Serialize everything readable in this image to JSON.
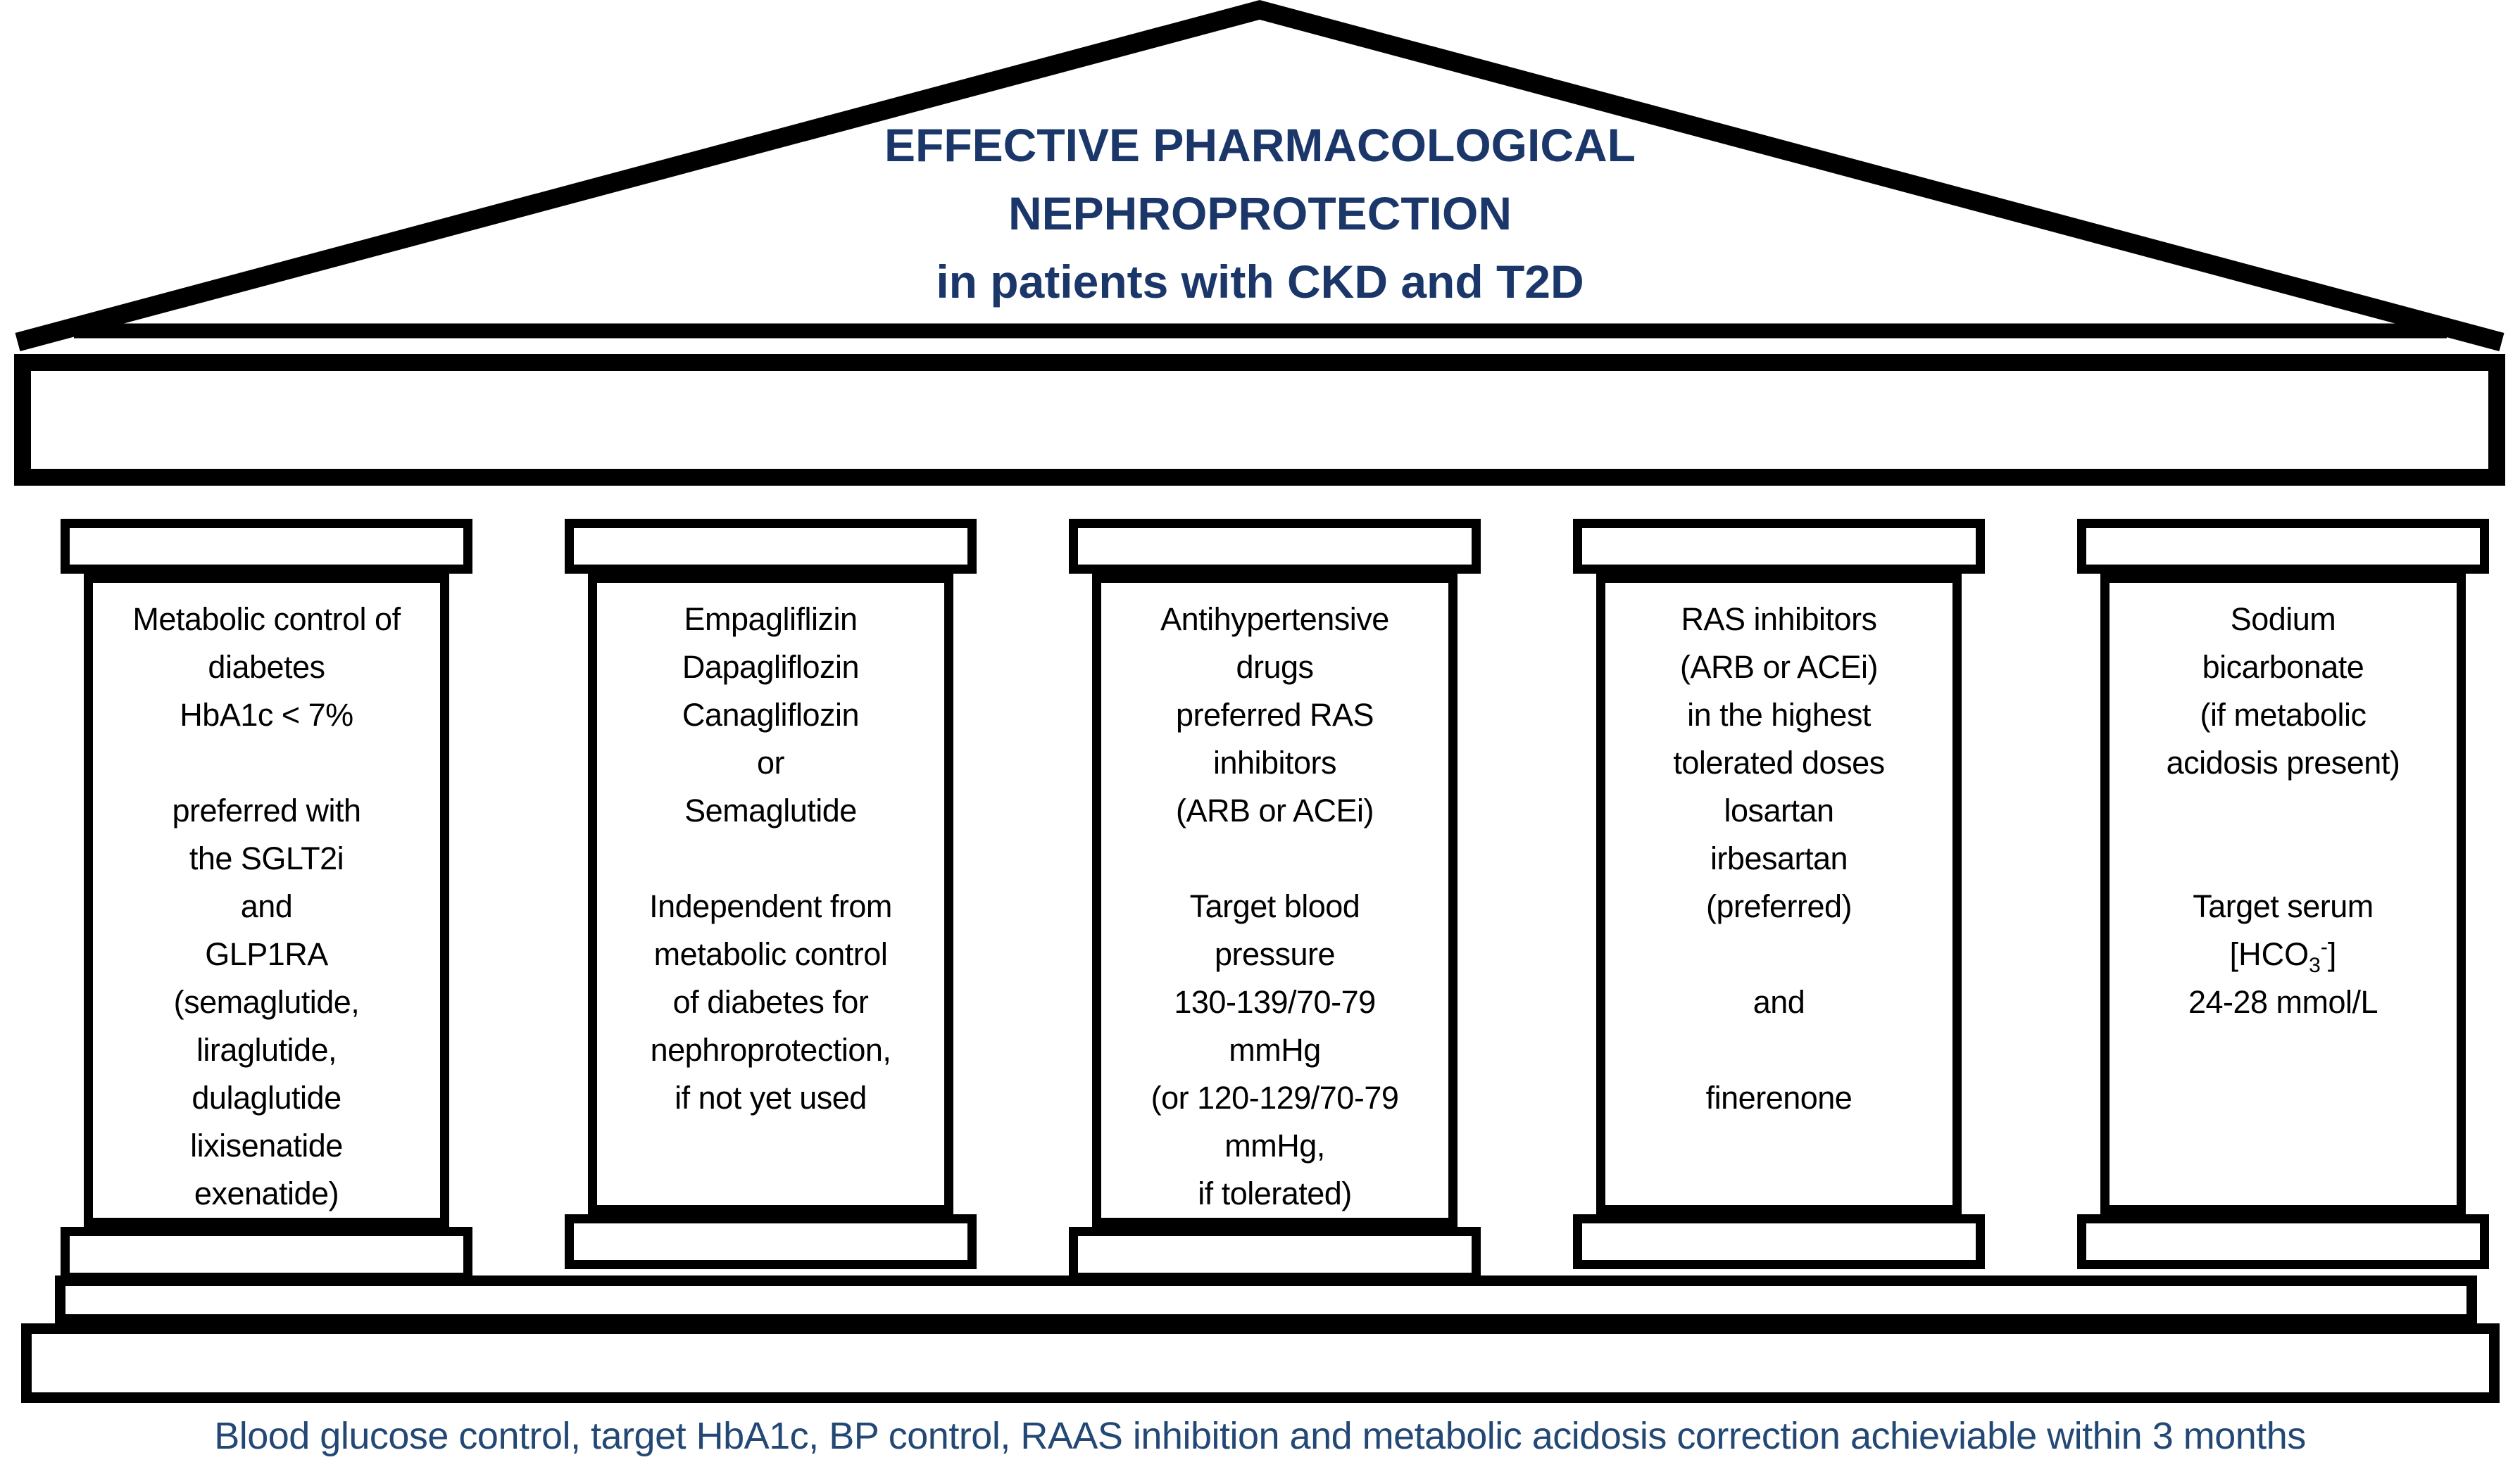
{
  "title": {
    "line1": "EFFECTIVE PHARMACOLOGICAL",
    "line2": "NEPHROPROTECTION",
    "line3": "in patients with CKD and T2D"
  },
  "columns": [
    {
      "name": "metabolic-control-of-diabetes",
      "text": "Metabolic control of\ndiabetes\nHbA1c < 7%\n\npreferred with\nthe SGLT2i\nand\nGLP1RA\n(semaglutide,\nliraglutide,\ndulaglutide\nlixisenatide\nexenatide)"
    },
    {
      "name": "sglt2i-agents",
      "text": "Empagliflizin\nDapagliflozin\nCanagliflozin\nor\nSemaglutide\n\nIndependent from\nmetabolic control\nof diabetes for\nnephroprotection,\nif not yet used"
    },
    {
      "name": "antihypertensive-drugs",
      "text": "Antihypertensive\ndrugs\npreferred RAS\ninhibitors\n(ARB or ACEi)\n\nTarget blood\npressure\n130-139/70-79\nmmHg\n(or 120-129/70-79\nmmHg,\nif tolerated)"
    },
    {
      "name": "ras-inhibitors-highest-doses",
      "text": "RAS inhibitors\n(ARB or ACEi)\nin the highest\ntolerated doses\nlosartan\nirbesartan\n(preferred)\n\nand\n\nfinerenone"
    },
    {
      "name": "sodium-bicarbonate",
      "text_before": "Sodium\nbicarbonate\n(if metabolic\nacidosis present)\n\n\nTarget serum",
      "hco3_prefix": "[HCO",
      "hco3_sub": "3",
      "hco3_sup": "-",
      "hco3_suffix": "]",
      "text_after": "24-28 mmol/L"
    }
  ],
  "caption": {
    "text": "Blood glucose control, target HbA1c, BP control, RAAS inhibition and metabolic acidosis correction achieviable within 3 months"
  },
  "colors": {
    "title_navy": "#1b376a",
    "caption_blue": "#234875",
    "structure_black": "#000000",
    "background_white": "#ffffff"
  }
}
